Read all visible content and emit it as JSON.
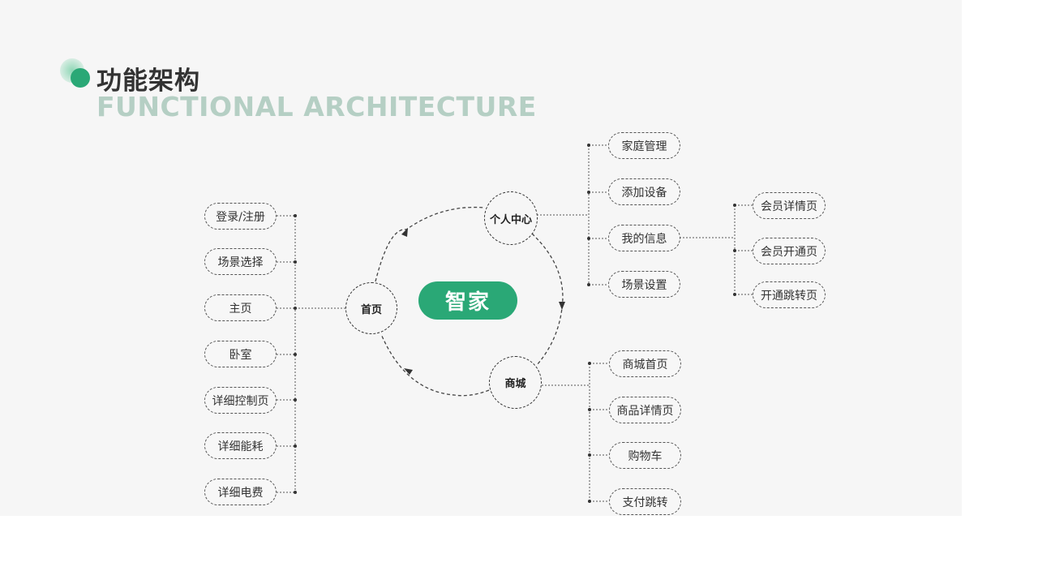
{
  "title": {
    "cn": "功能架构",
    "en": "FUNCTIONAL ARCHITECTURE"
  },
  "center": "智家",
  "hubs": {
    "home": "首页",
    "personal": "个人中心",
    "mall": "商城"
  },
  "home_items": [
    "登录/注册",
    "场景选择",
    "主页",
    "卧室",
    "详细控制页",
    "详细能耗",
    "详细电费"
  ],
  "personal_items": [
    "家庭管理",
    "添加设备",
    "我的信息",
    "场景设置"
  ],
  "info_items": [
    "会员详情页",
    "会员开通页",
    "开通跳转页"
  ],
  "mall_items": [
    "商城首页",
    "商品详情页",
    "购物车",
    "支付跳转"
  ],
  "colors": {
    "accent": "#2aa876",
    "subtitle": "#b5cfc4"
  }
}
